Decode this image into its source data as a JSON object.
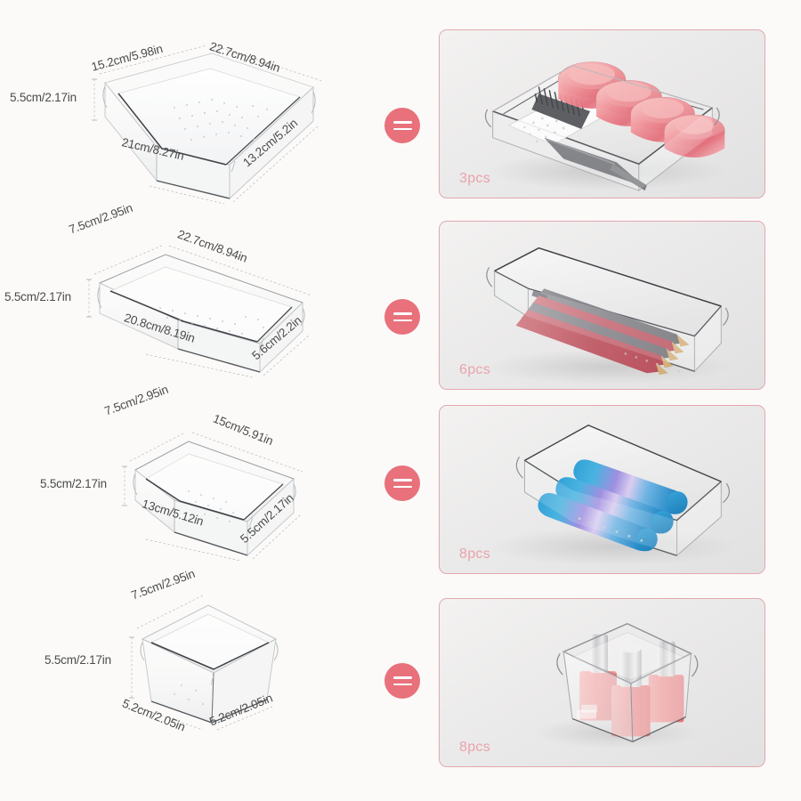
{
  "page": {
    "background_color": "#fbfaf9",
    "accent_pink": "#e8717b",
    "label_pink": "#e9a3ab",
    "panel_border": "#e3a9ad",
    "dimension_text_color": "#4b4b4b"
  },
  "products": [
    {
      "id": "large-rectangular-tray",
      "shape": "wide-shallow-rectangular-bin",
      "dimensions": {
        "top_left": "15.2cm/5.98in",
        "top_right": "22.7cm/8.94in",
        "height": "5.5cm/2.17in",
        "bottom_left": "21cm/8.27in",
        "bottom_right": "13.2cm/5.2in"
      },
      "badge_icon": "equals-icon",
      "panel": {
        "quantity_label": "3pcs",
        "contents_description": "clear tray holding pink cosmetic jars, a hairbrush and a comb"
      }
    },
    {
      "id": "long-narrow-tray",
      "shape": "long-narrow-rectangular-bin",
      "dimensions": {
        "top_left": "7.5cm/2.95in",
        "top_right": "22.7cm/8.94in",
        "height": "5.5cm/2.17in",
        "bottom_left": "20.8cm/8.19in",
        "bottom_right": "5.6cm/2.2in"
      },
      "badge_icon": "equals-icon",
      "panel": {
        "quantity_label": "6pcs",
        "contents_description": "clear narrow tray holding pink and grey pencils"
      }
    },
    {
      "id": "medium-rectangular-tray",
      "shape": "medium-rectangular-bin",
      "dimensions": {
        "top_left": "7.5cm/2.95in",
        "top_right": "15cm/5.91in",
        "height": "5.5cm/2.17in",
        "bottom_left": "13cm/5.12in",
        "bottom_right": "5.5cm/2.17in"
      },
      "badge_icon": "equals-icon",
      "panel": {
        "quantity_label": "8pcs",
        "contents_description": "clear tray holding blue and purple gradient tubes"
      }
    },
    {
      "id": "small-square-cup",
      "shape": "small-square-bin",
      "dimensions": {
        "top_left": "7.5cm/2.95in",
        "top_right": "",
        "height": "5.5cm/2.17in",
        "bottom_left": "5.2cm/2.05in",
        "bottom_right": "5.2cm/2.05in"
      },
      "badge_icon": "equals-icon",
      "panel": {
        "quantity_label": "8pcs",
        "contents_description": "clear square cup holding pink nail polish bottles"
      }
    }
  ]
}
